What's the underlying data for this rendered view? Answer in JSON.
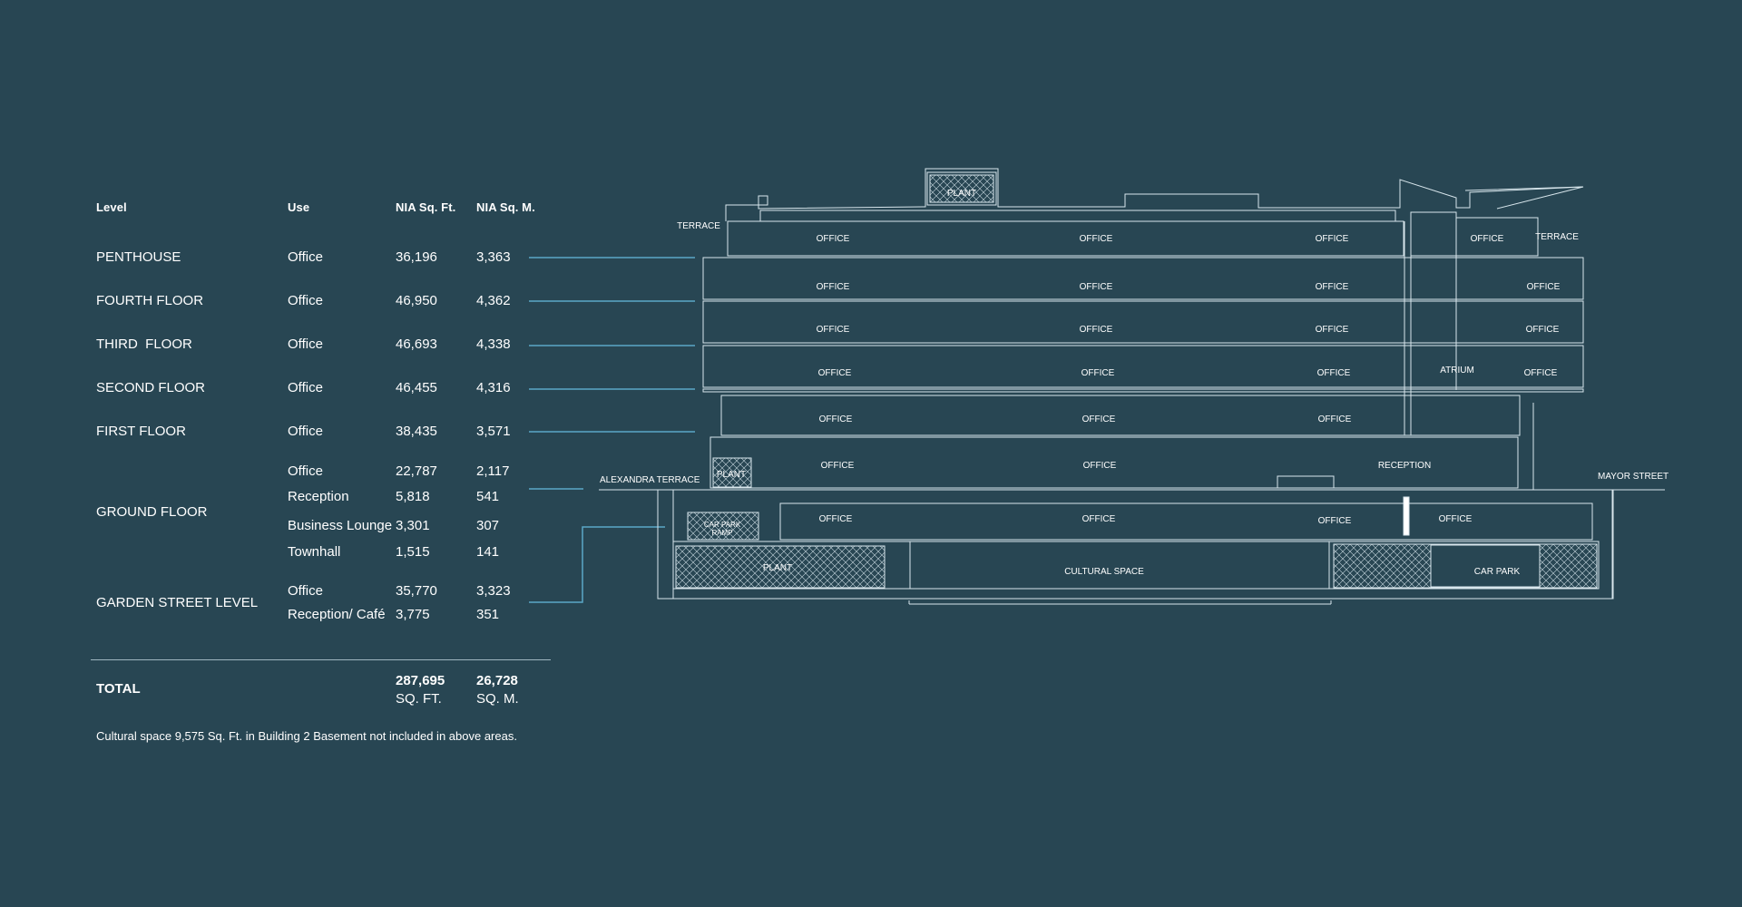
{
  "headers": {
    "level": "Level",
    "use": "Use",
    "sqft": "NIA Sq. Ft.",
    "sqm": "NIA Sq. M."
  },
  "levels": [
    {
      "name": "PENTHOUSE",
      "rows": [
        {
          "use": "Office",
          "sqft": "36,196",
          "sqm": "3,363"
        }
      ]
    },
    {
      "name": "FOURTH FLOOR",
      "rows": [
        {
          "use": "Office",
          "sqft": "46,950",
          "sqm": "4,362"
        }
      ]
    },
    {
      "name": "THIRD  FLOOR",
      "rows": [
        {
          "use": "Office",
          "sqft": "46,693",
          "sqm": "4,338"
        }
      ]
    },
    {
      "name": "SECOND FLOOR",
      "rows": [
        {
          "use": "Office",
          "sqft": "46,455",
          "sqm": "4,316"
        }
      ]
    },
    {
      "name": "FIRST FLOOR",
      "rows": [
        {
          "use": "Office",
          "sqft": "38,435",
          "sqm": "3,571"
        }
      ]
    },
    {
      "name": "GROUND FLOOR",
      "rows": [
        {
          "use": "Office",
          "sqft": "22,787",
          "sqm": "2,117"
        },
        {
          "use": "Reception",
          "sqft": "5,818",
          "sqm": "541"
        },
        {
          "use": "Business Lounge",
          "sqft": "3,301",
          "sqm": "307"
        },
        {
          "use": "Townhall",
          "sqft": "1,515",
          "sqm": "141"
        }
      ]
    },
    {
      "name": "GARDEN STREET LEVEL",
      "rows": [
        {
          "use": "Office",
          "sqft": "35,770",
          "sqm": "3,323"
        },
        {
          "use": "Reception/ Café",
          "sqft": "3,775",
          "sqm": "351"
        }
      ]
    }
  ],
  "total": {
    "label": "TOTAL",
    "sqft": "287,695",
    "sqft_unit": "SQ. FT.",
    "sqm": "26,728",
    "sqm_unit": "SQ. M."
  },
  "note": "Cultural space 9,575 Sq. Ft. in Building 2 Basement not included in above areas.",
  "diagram_labels": {
    "office": "OFFICE",
    "plant": "PLANT",
    "terrace": "TERRACE",
    "atrium": "ATRIUM",
    "reception": "RECEPTION",
    "car_park_ramp_1": "CAR PARK",
    "car_park_ramp_2": "RAMP",
    "cultural_space": "CULTURAL SPACE",
    "car_park": "CAR PARK",
    "alexandra_terrace": "ALEXANDRA TERRACE",
    "mayor_street": "MAYOR STREET"
  },
  "colors": {
    "background": "#284653",
    "leader_line": "#5aa7c7",
    "outline": "#d8e6ec"
  }
}
